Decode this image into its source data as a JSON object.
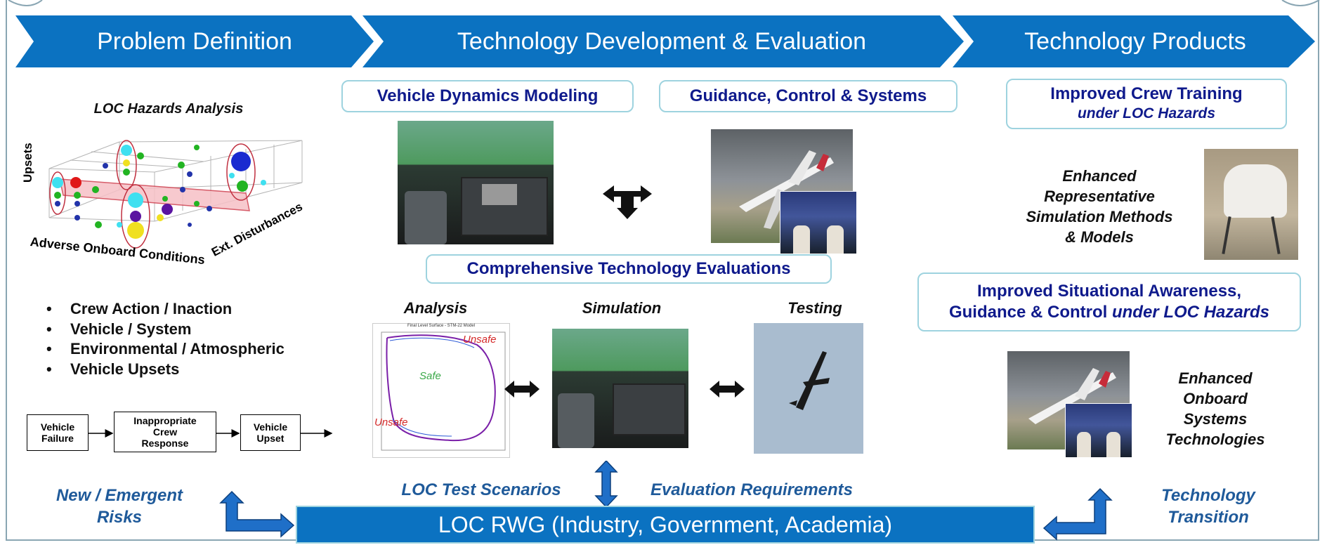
{
  "banners": {
    "problem": "Problem Definition",
    "development": "Technology Development & Evaluation",
    "products": "Technology Products"
  },
  "left": {
    "hazards_title": "LOC Hazards Analysis",
    "axis_upsets": "Upsets",
    "axis_adverse": "Adverse Onboard Conditions",
    "axis_ext": "Ext. Disturbances",
    "bullets": [
      "Crew Action / Inaction",
      "Vehicle / System",
      "Environmental / Atmospheric",
      "Vehicle Upsets"
    ],
    "flow": {
      "box1": "Vehicle\nFailure",
      "box2": "Inappropriate\nCrew\nResponse",
      "box3": "Vehicle\nUpset"
    },
    "new_risks": "New / Emergent\nRisks"
  },
  "middle": {
    "vdm": "Vehicle Dynamics Modeling",
    "gcs": "Guidance, Control & Systems",
    "cte": "Comprehensive Technology Evaluations",
    "analysis": "Analysis",
    "simulation": "Simulation",
    "testing": "Testing",
    "plot_title": "Final Level Surface - STM-22 Model",
    "plot_unsafe": "Unsafe",
    "plot_safe": "Safe",
    "plot_unsafe2": "Unsafe",
    "loc_test": "LOC Test Scenarios",
    "eval_req": "Evaluation Requirements"
  },
  "right": {
    "crew_training": "Improved Crew Training",
    "crew_training_sub": "under  LOC Hazards",
    "enhanced_sim": "Enhanced\nRepresentative\nSimulation Methods\n& Models",
    "situational": "Improved Situational Awareness,",
    "situational2": "Guidance & Control",
    "situational2_sub": "under  LOC Hazards",
    "enhanced_onboard": "Enhanced\nOnboard\nSystems\nTechnologies",
    "transition": "Technology\nTransition"
  },
  "rwg": "LOC RWG  (Industry, Government, Academia)",
  "colors": {
    "banner": "#0b72c1",
    "box_text": "#0f1a8c",
    "box_border": "#9ed3df",
    "italic_blue": "#1f5a9a"
  }
}
